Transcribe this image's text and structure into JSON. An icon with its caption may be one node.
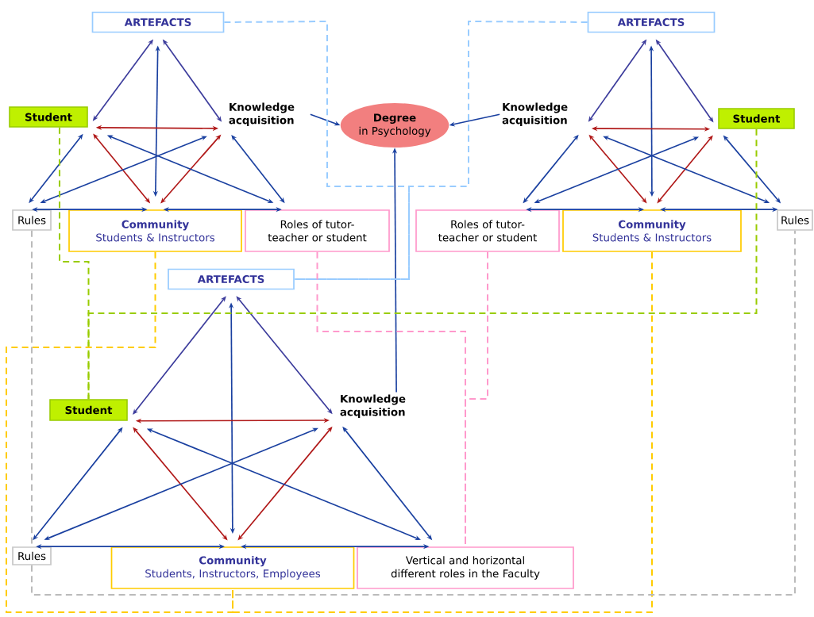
{
  "diagram": {
    "nodes": [
      {
        "text": [
          "ARTEFACTS"
        ]
      },
      {
        "text": [
          "Student"
        ]
      },
      {
        "text": [
          "Knowledge acquisition"
        ]
      },
      {
        "text": [
          "Rules"
        ]
      },
      {
        "text": [
          "Community",
          "Students & Instructors"
        ]
      },
      {
        "text": [
          "Roles of tutor-teacher or student"
        ]
      },
      {
        "text": [
          "Degree",
          "in Psychology"
        ]
      },
      {
        "text": [
          "ARTEFACTS"
        ]
      },
      {
        "text": [
          "Knowledge acquisition"
        ]
      },
      {
        "text": [
          "Student"
        ]
      },
      {
        "text": [
          "Roles of tutor-teacher or student"
        ]
      },
      {
        "text": [
          "Community",
          "Students & Instructors"
        ]
      },
      {
        "text": [
          "Rules"
        ]
      },
      {
        "text": [
          "ARTEFACTS"
        ]
      },
      {
        "text": [
          "Student"
        ]
      },
      {
        "text": [
          "Knowledge acquisition"
        ]
      },
      {
        "text": [
          "Rules"
        ]
      },
      {
        "text": [
          "Community",
          "Students, Instructors, Employees"
        ]
      },
      {
        "text": [
          "Vertical and horizontal different roles in the Faculty"
        ]
      }
    ],
    "edges": [
      {
        "from": 0,
        "to": 1,
        "arrow": "both",
        "color": "#3c3c9c"
      },
      {
        "from": 0,
        "to": 2,
        "arrow": "both",
        "color": "#3c3c9c"
      },
      {
        "from": 0,
        "to": 4,
        "arrow": "both"
      },
      {
        "from": 1,
        "to": 2,
        "arrow": "both",
        "color": "#b01818"
      },
      {
        "from": 1,
        "to": 4,
        "arrow": "both",
        "color": "#b01818"
      },
      {
        "from": 2,
        "to": 4,
        "arrow": "both",
        "color": "#b01818"
      },
      {
        "from": 1,
        "to": 3,
        "arrow": "both"
      },
      {
        "from": 2,
        "to": 5,
        "arrow": "both"
      },
      {
        "from": 1,
        "to": 5,
        "arrow": "both"
      },
      {
        "from": 2,
        "to": 3,
        "arrow": "both"
      },
      {
        "from": 3,
        "to": 4,
        "arrow": "both"
      },
      {
        "from": 4,
        "to": 5,
        "arrow": "both"
      },
      {
        "from": 7,
        "to": 9,
        "arrow": "both",
        "color": "#3c3c9c"
      },
      {
        "from": 7,
        "to": 8,
        "arrow": "both",
        "color": "#3c3c9c"
      },
      {
        "from": 7,
        "to": 11,
        "arrow": "both"
      },
      {
        "from": 9,
        "to": 8,
        "arrow": "both",
        "color": "#b01818"
      },
      {
        "from": 9,
        "to": 11,
        "arrow": "both",
        "color": "#b01818"
      },
      {
        "from": 8,
        "to": 11,
        "arrow": "both",
        "color": "#b01818"
      },
      {
        "from": 9,
        "to": 12,
        "arrow": "both"
      },
      {
        "from": 8,
        "to": 10,
        "arrow": "both"
      },
      {
        "from": 9,
        "to": 10,
        "arrow": "both"
      },
      {
        "from": 8,
        "to": 12,
        "arrow": "both"
      },
      {
        "from": 12,
        "to": 11,
        "arrow": "both"
      },
      {
        "from": 11,
        "to": 10,
        "arrow": "both"
      },
      {
        "from": 13,
        "to": 14,
        "arrow": "both",
        "color": "#3c3c9c"
      },
      {
        "from": 13,
        "to": 15,
        "arrow": "both",
        "color": "#3c3c9c"
      },
      {
        "from": 13,
        "to": 17,
        "arrow": "both"
      },
      {
        "from": 14,
        "to": 15,
        "arrow": "both",
        "color": "#b01818"
      },
      {
        "from": 14,
        "to": 17,
        "arrow": "both",
        "color": "#b01818"
      },
      {
        "from": 15,
        "to": 17,
        "arrow": "both",
        "color": "#b01818"
      },
      {
        "from": 14,
        "to": 16,
        "arrow": "both"
      },
      {
        "from": 15,
        "to": 18,
        "arrow": "both"
      },
      {
        "from": 14,
        "to": 18,
        "arrow": "both"
      },
      {
        "from": 15,
        "to": 16,
        "arrow": "both"
      },
      {
        "from": 16,
        "to": 17,
        "arrow": "both"
      },
      {
        "from": 17,
        "to": 18,
        "arrow": "both"
      },
      {
        "from": 2,
        "to": 6,
        "arrow": "to"
      },
      {
        "from": 8,
        "to": 6,
        "arrow": "to"
      },
      {
        "from": 15,
        "to": 6,
        "arrow": "to"
      },
      {
        "from": 0,
        "to": 13,
        "arrow": "none",
        "style": "dashed",
        "color": "#99ccff"
      },
      {
        "from": 7,
        "to": 13,
        "arrow": "none",
        "style": "dashed",
        "color": "#99ccff"
      },
      {
        "from": 1,
        "to": 14,
        "arrow": "none",
        "style": "dashed",
        "color": "#99cc00"
      },
      {
        "from": 9,
        "to": 14,
        "arrow": "none",
        "style": "dashed",
        "color": "#99cc00"
      },
      {
        "from": 4,
        "to": 17,
        "arrow": "none",
        "style": "dashed",
        "color": "#ffcc00"
      },
      {
        "from": 11,
        "to": 17,
        "arrow": "none",
        "style": "dashed",
        "color": "#ffcc00"
      },
      {
        "from": 3,
        "to": 16,
        "arrow": "none",
        "style": "dashed",
        "color": "#bbbbbb"
      },
      {
        "from": 16,
        "to": 12,
        "arrow": "none",
        "style": "dashed",
        "color": "#bbbbbb"
      },
      {
        "from": 5,
        "to": 18,
        "arrow": "none",
        "style": "dashed",
        "color": "#ff99cc"
      },
      {
        "from": 10,
        "to": 18,
        "arrow": "none",
        "style": "dashed",
        "color": "#ff99cc"
      }
    ]
  }
}
